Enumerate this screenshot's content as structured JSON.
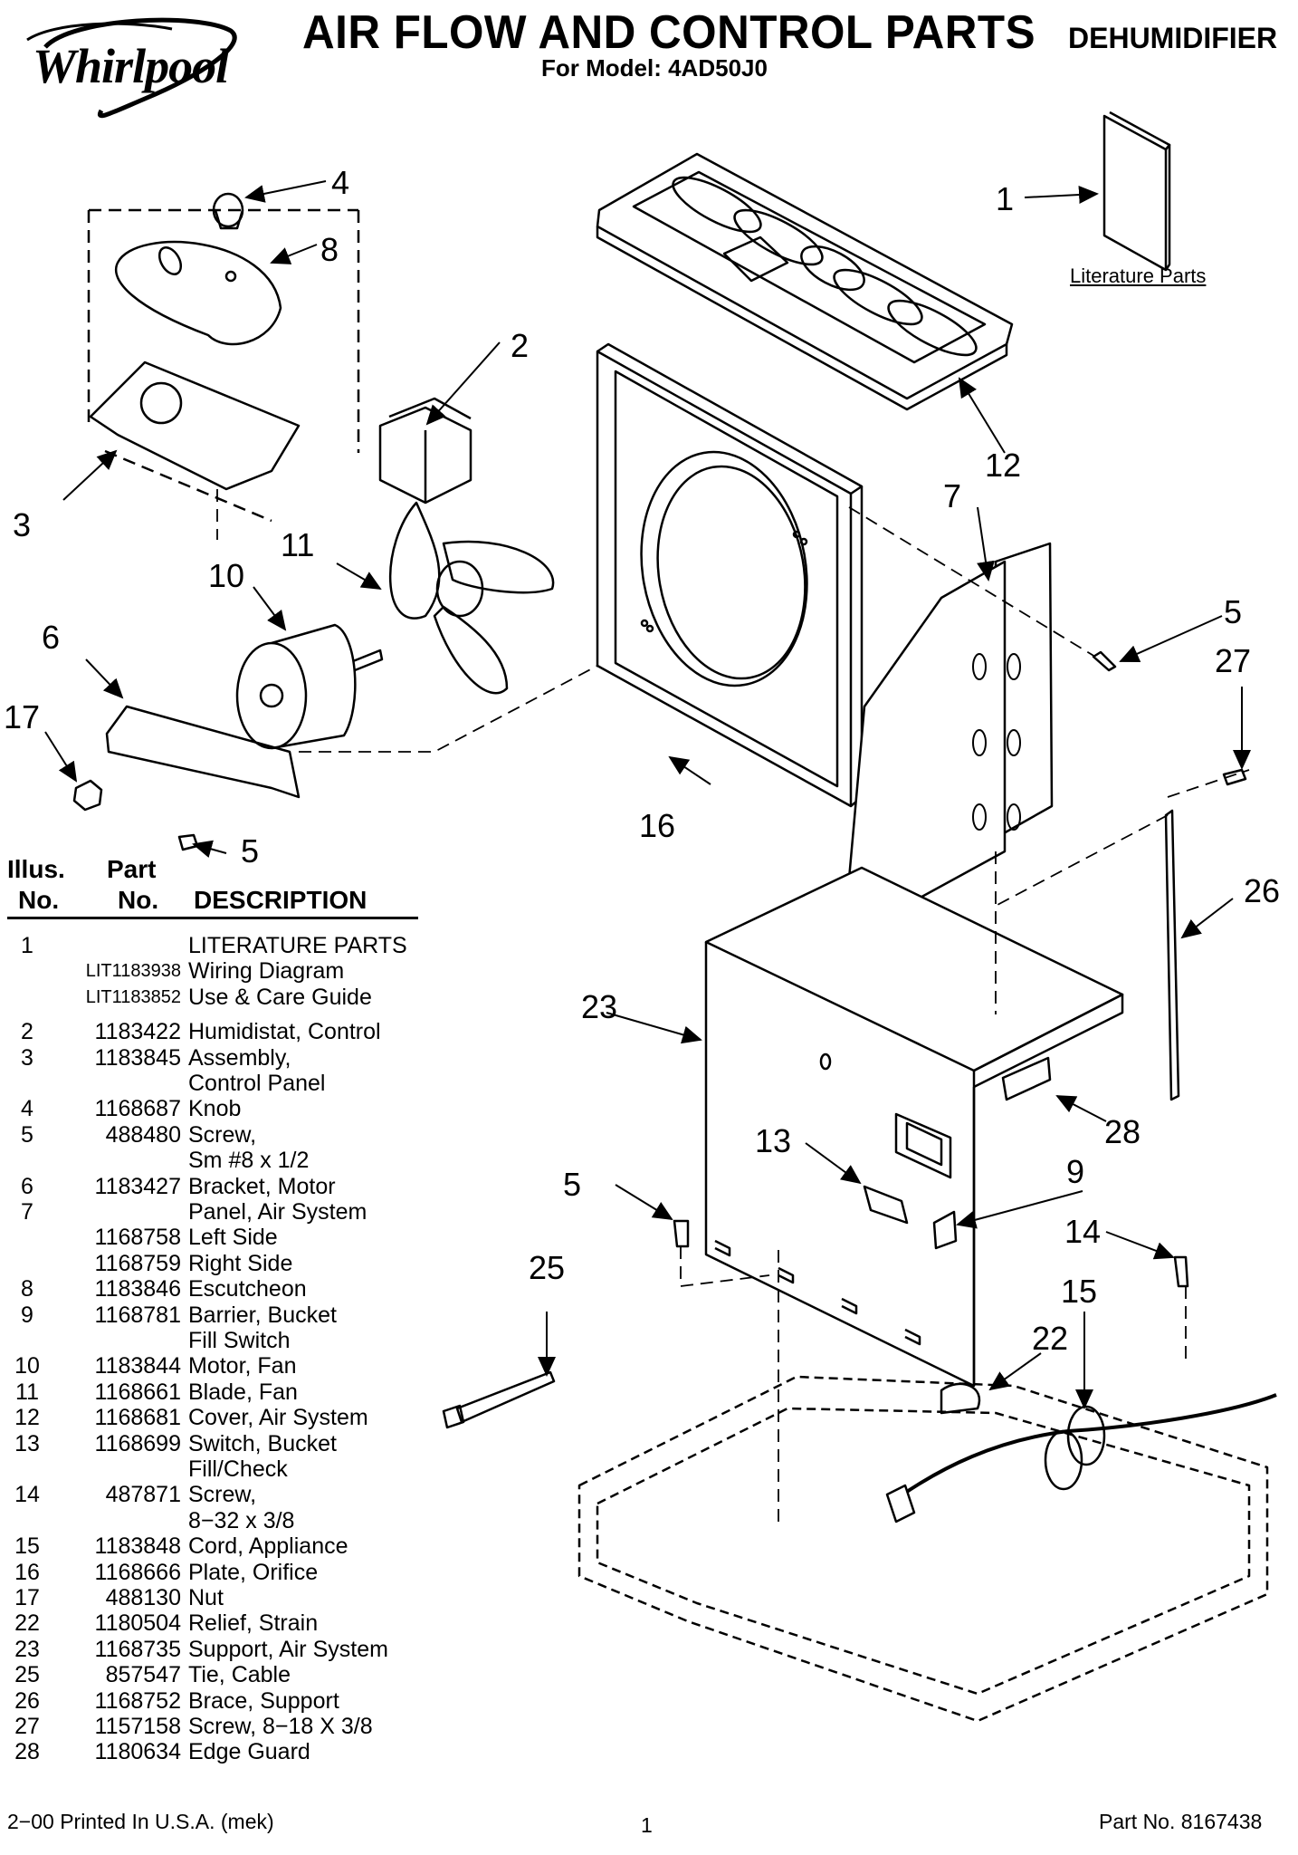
{
  "header": {
    "brand": "Whirlpool",
    "title": "AIR FLOW AND CONTROL PARTS",
    "subtitle": "For Model: 4AD50J0",
    "category": "DEHUMIDIFIER"
  },
  "diagram": {
    "literature_label": "Literature Parts",
    "callouts": [
      "1",
      "2",
      "3",
      "4",
      "5",
      "5",
      "5",
      "6",
      "7",
      "8",
      "9",
      "10",
      "11",
      "12",
      "13",
      "14",
      "15",
      "16",
      "17",
      "22",
      "23",
      "25",
      "26",
      "27",
      "28"
    ]
  },
  "table": {
    "headers": {
      "illus_1": "Illus.",
      "illus_2": "No.",
      "part_1": "Part",
      "part_2": "No.",
      "description": "DESCRIPTION"
    },
    "rows": [
      {
        "illus": "1",
        "part": "",
        "desc": "LITERATURE PARTS",
        "small": false
      },
      {
        "illus": "",
        "part": "LIT1183938",
        "desc": "Wiring Diagram",
        "small": true
      },
      {
        "illus": "",
        "part": "LIT1183852",
        "desc": "Use & Care Guide",
        "small": true
      },
      {
        "illus": "2",
        "part": "1183422",
        "desc": "Humidistat, Control",
        "small": false
      },
      {
        "illus": "3",
        "part": "1183845",
        "desc": "Assembly,",
        "small": false
      },
      {
        "illus": "",
        "part": "",
        "desc": "Control Panel",
        "small": false
      },
      {
        "illus": "4",
        "part": "1168687",
        "desc": "Knob",
        "small": false
      },
      {
        "illus": "5",
        "part": "488480",
        "desc": "Screw,",
        "small": false
      },
      {
        "illus": "",
        "part": "",
        "desc": "Sm #8 x 1/2",
        "small": false
      },
      {
        "illus": "6",
        "part": "1183427",
        "desc": "Bracket, Motor",
        "small": false
      },
      {
        "illus": "7",
        "part": "",
        "desc": "Panel,  Air System",
        "small": false
      },
      {
        "illus": "",
        "part": "1168758",
        "desc": "Left Side",
        "small": false
      },
      {
        "illus": "",
        "part": "1168759",
        "desc": "Right Side",
        "small": false
      },
      {
        "illus": "8",
        "part": "1183846",
        "desc": "Escutcheon",
        "small": false
      },
      {
        "illus": "9",
        "part": "1168781",
        "desc": "Barrier, Bucket",
        "small": false
      },
      {
        "illus": "",
        "part": "",
        "desc": "Fill Switch",
        "small": false
      },
      {
        "illus": "10",
        "part": "1183844",
        "desc": "Motor, Fan",
        "small": false
      },
      {
        "illus": "11",
        "part": "1168661",
        "desc": "Blade, Fan",
        "small": false
      },
      {
        "illus": "12",
        "part": "1168681",
        "desc": "Cover, Air System",
        "small": false
      },
      {
        "illus": "13",
        "part": "1168699",
        "desc": "Switch, Bucket",
        "small": false
      },
      {
        "illus": "",
        "part": "",
        "desc": "Fill/Check",
        "small": false
      },
      {
        "illus": "14",
        "part": "487871",
        "desc": "Screw,",
        "small": false
      },
      {
        "illus": "",
        "part": "",
        "desc": "8−32 x 3/8",
        "small": false
      },
      {
        "illus": "15",
        "part": "1183848",
        "desc": "Cord, Appliance",
        "small": false
      },
      {
        "illus": "16",
        "part": "1168666",
        "desc": "Plate, Orifice",
        "small": false
      },
      {
        "illus": "17",
        "part": "488130",
        "desc": "Nut",
        "small": false
      },
      {
        "illus": "22",
        "part": "1180504",
        "desc": "Relief, Strain",
        "small": false
      },
      {
        "illus": "23",
        "part": "1168735",
        "desc": "Support, Air System",
        "small": false
      },
      {
        "illus": "25",
        "part": "857547",
        "desc": "Tie, Cable",
        "small": false
      },
      {
        "illus": "26",
        "part": "1168752",
        "desc": "Brace, Support",
        "small": false
      },
      {
        "illus": "27",
        "part": "1157158",
        "desc": "Screw, 8−18 X 3/8",
        "small": false
      },
      {
        "illus": "28",
        "part": "1180634",
        "desc": "Edge Guard",
        "small": false
      }
    ]
  },
  "footer": {
    "left": "2−00 Printed In U.S.A. (mek)",
    "page": "1",
    "right": "Part No. 8167438"
  }
}
